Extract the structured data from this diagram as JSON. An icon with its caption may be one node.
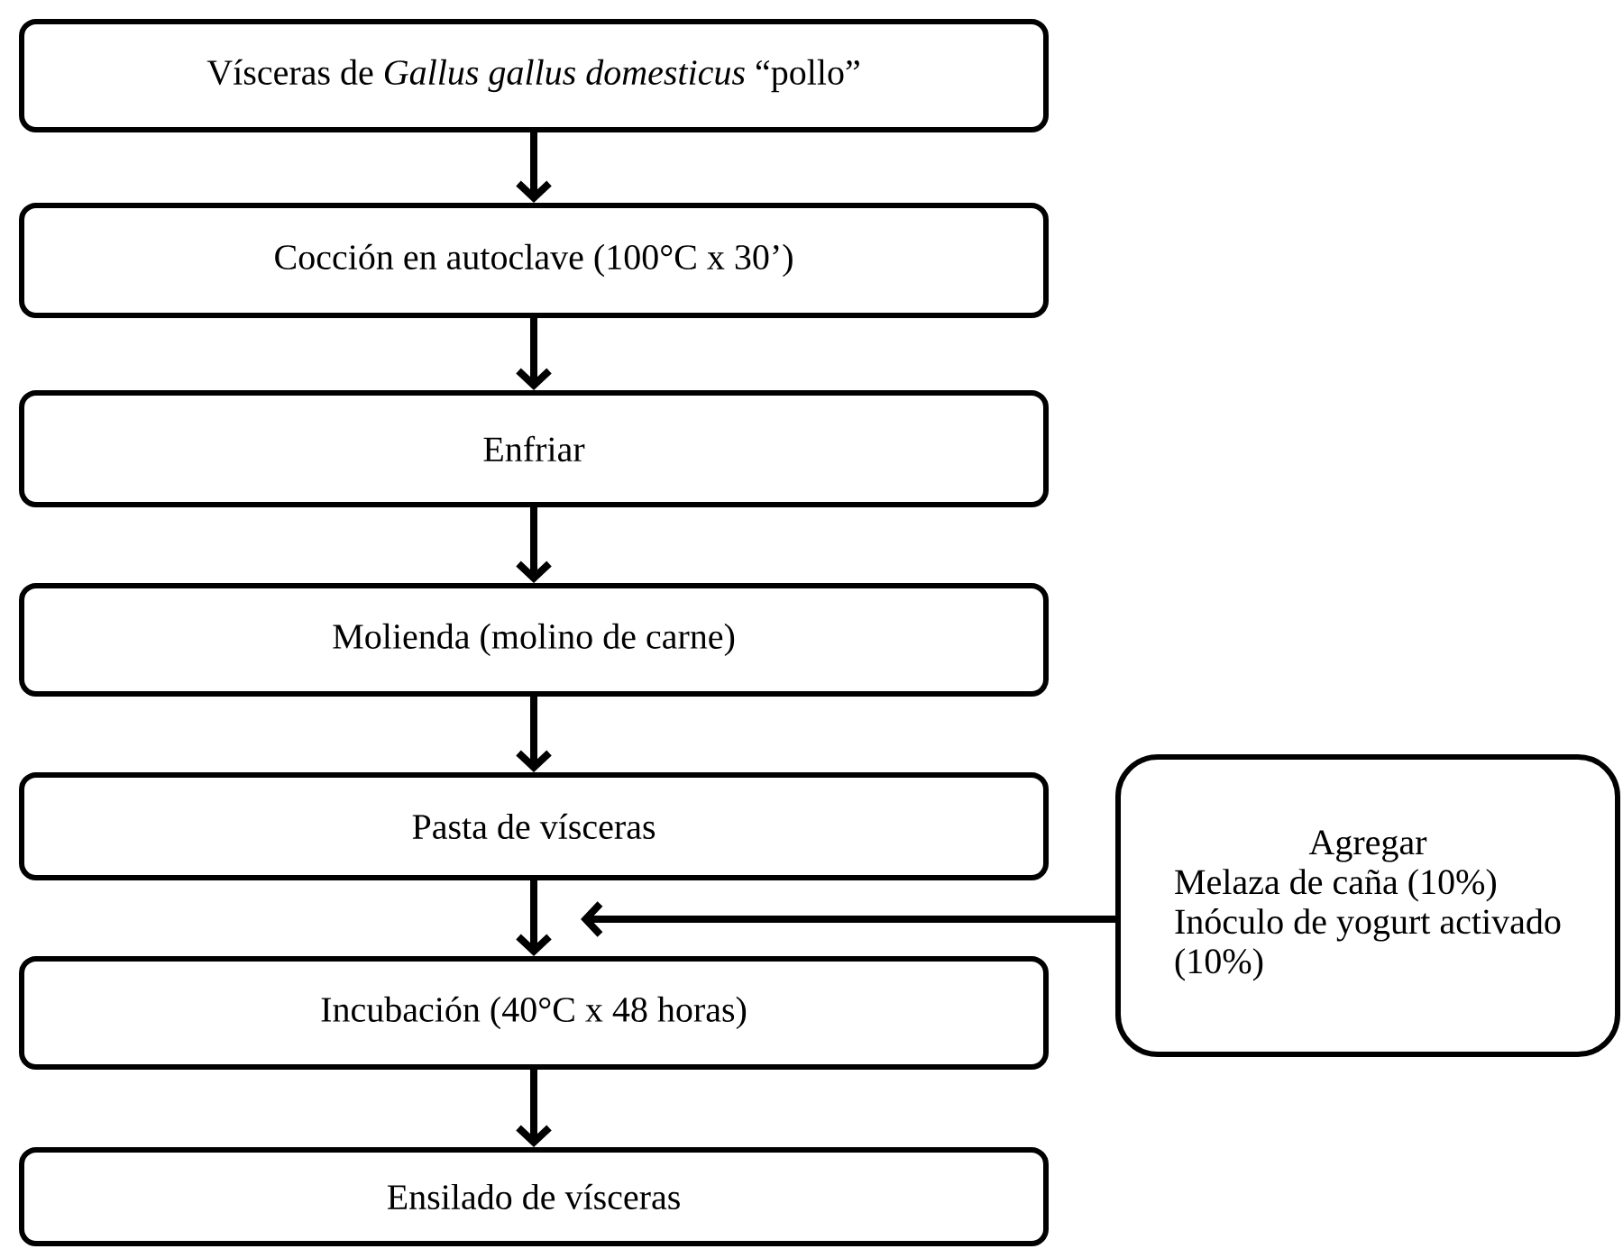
{
  "diagram": {
    "nodes": [
      {
        "text": [
          "Vísceras de *Gallus gallus domesticus* “pollo”"
        ]
      },
      {
        "text": [
          "Cocción en autoclave (100°C x 30’)"
        ]
      },
      {
        "text": [
          "Enfriar"
        ]
      },
      {
        "text": [
          "Molienda (molino de carne)"
        ]
      },
      {
        "text": [
          "Pasta de vísceras"
        ]
      },
      {
        "text": [
          "Incubación (40°C x 48 horas)"
        ]
      },
      {
        "text": [
          "Ensilado de vísceras"
        ]
      },
      {
        "text": [
          "Agregar",
          "Melaza de caña (10%) Inóculo de yogurt activado (10%)"
        ]
      }
    ],
    "edges": [
      {
        "from": 0,
        "to": 1,
        "arrow": "to"
      },
      {
        "from": 1,
        "to": 2,
        "arrow": "to"
      },
      {
        "from": 2,
        "to": 3,
        "arrow": "to"
      },
      {
        "from": 3,
        "to": 4,
        "arrow": "to"
      },
      {
        "from": 4,
        "to": 5,
        "arrow": "to"
      },
      {
        "from": 5,
        "to": 6,
        "arrow": "to"
      },
      {
        "from": 7,
        "to": 5,
        "arrow": "to"
      }
    ]
  }
}
